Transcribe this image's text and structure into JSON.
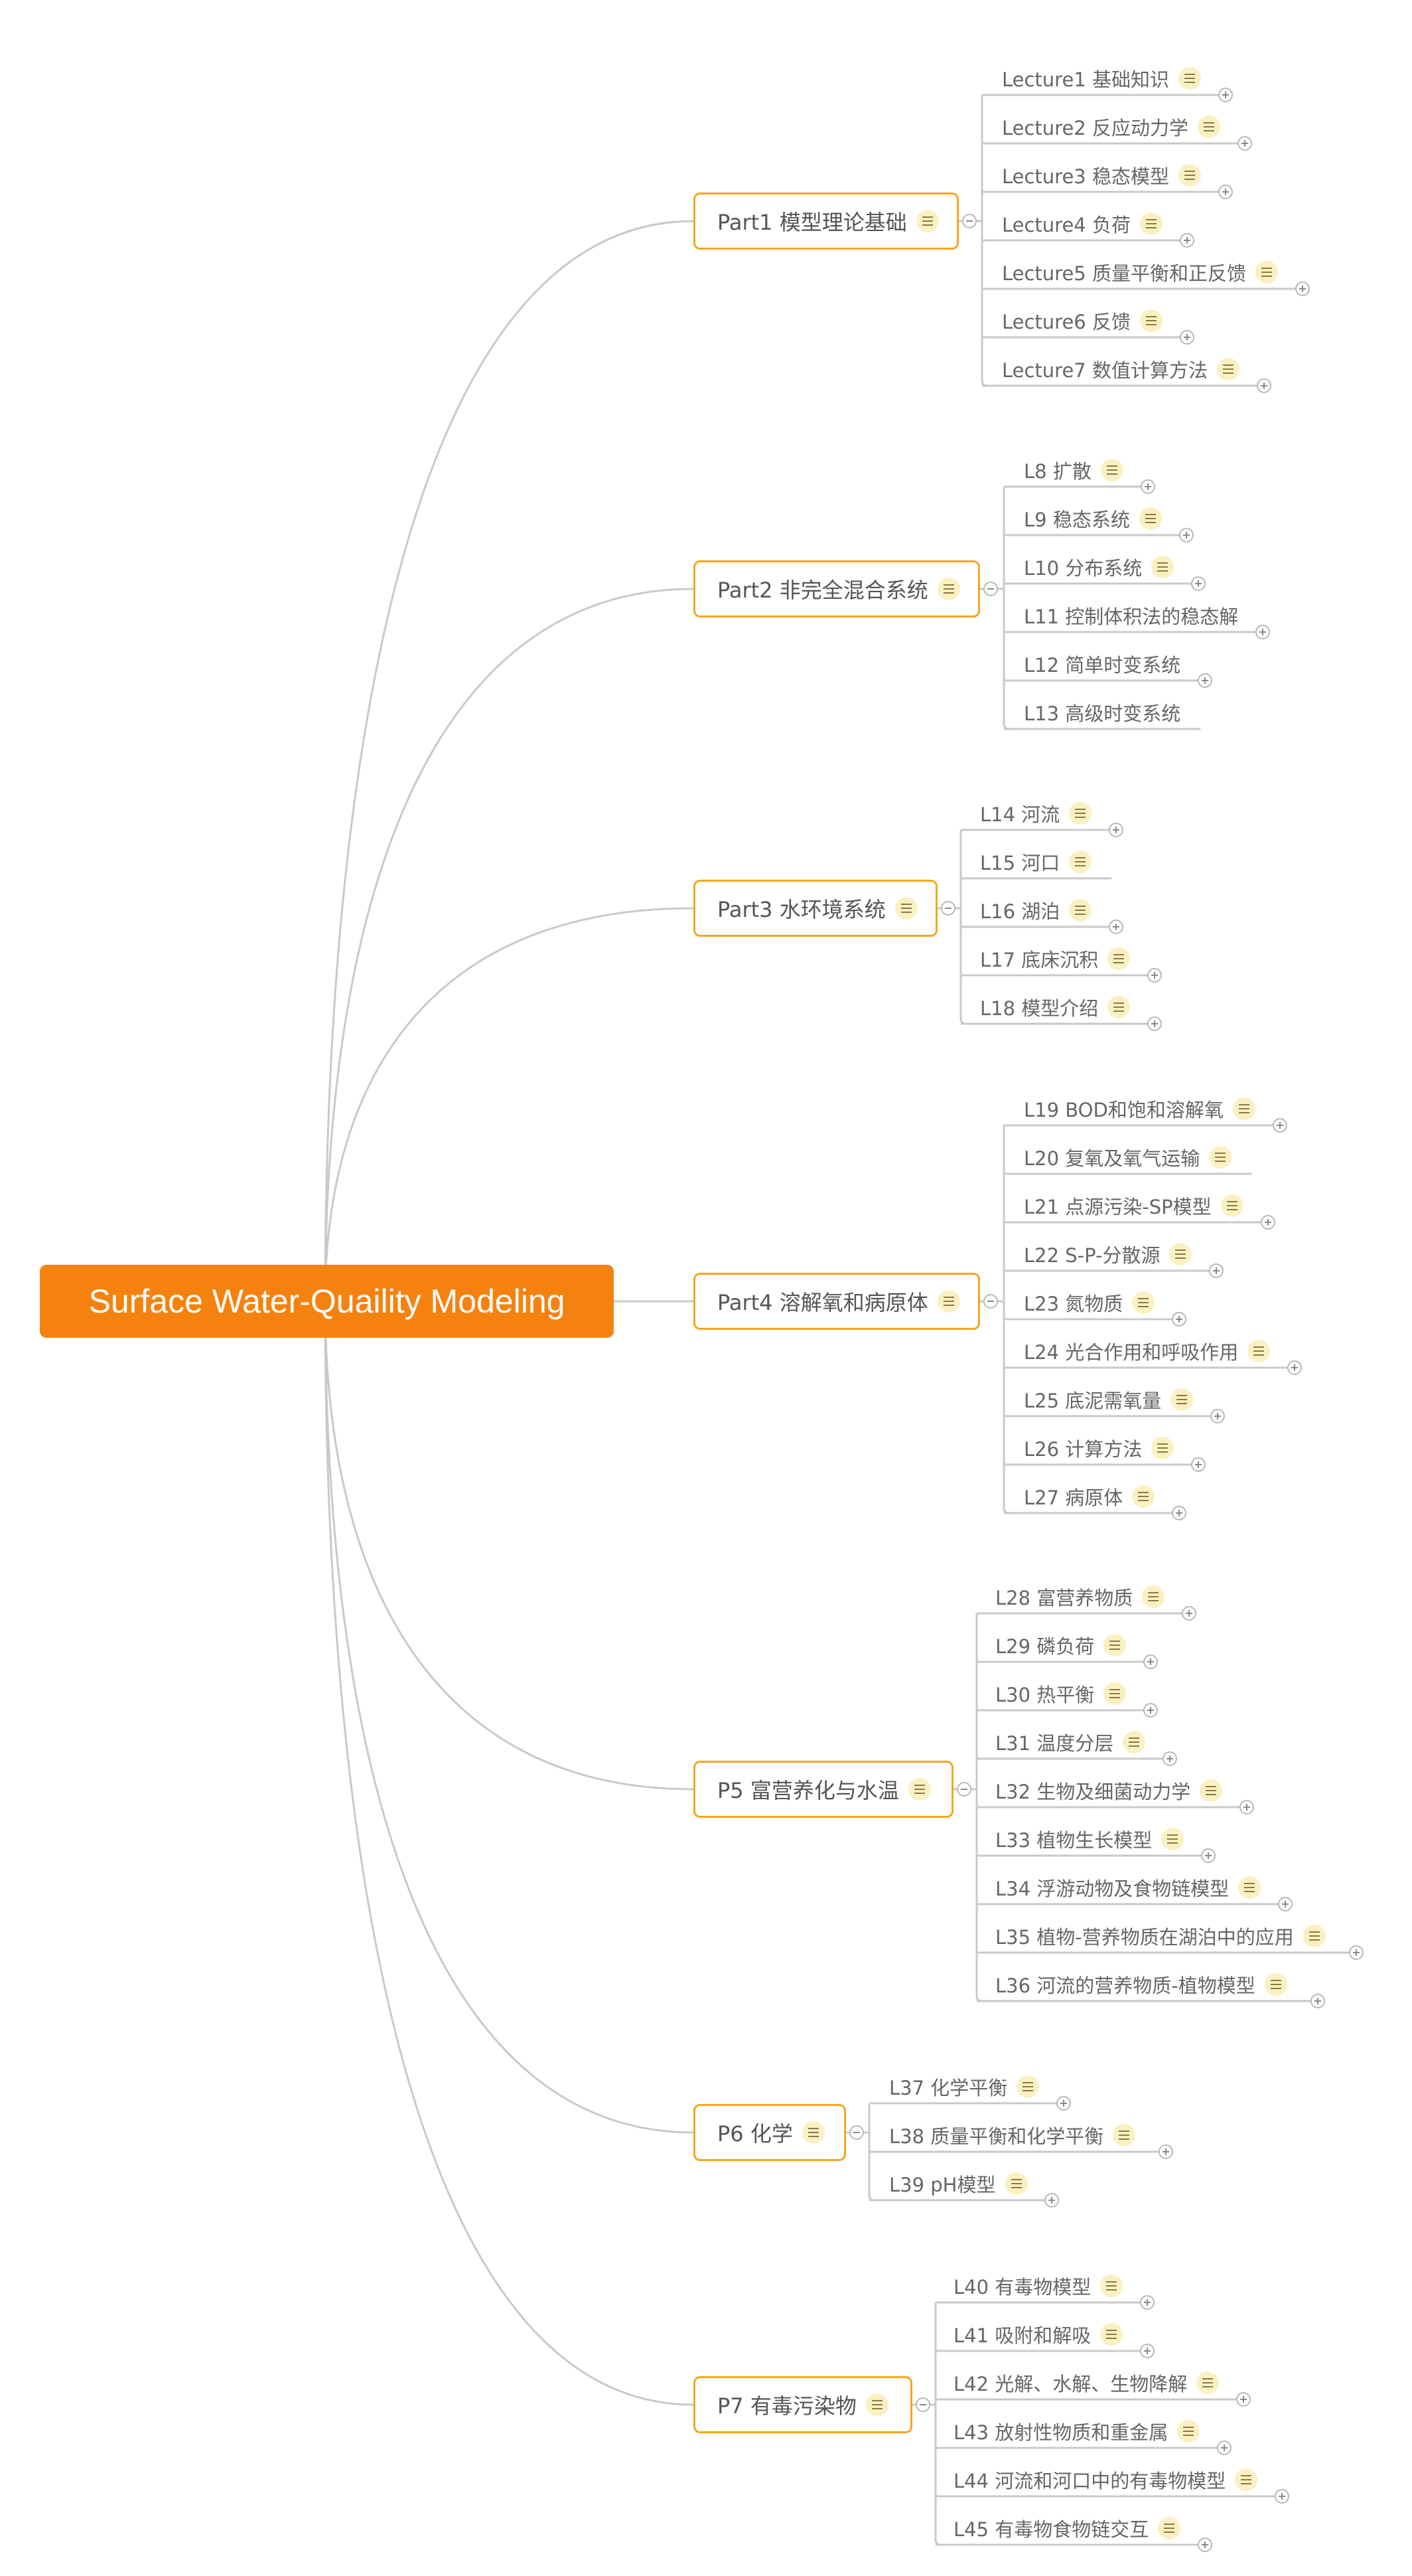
{
  "root": {
    "title": "Surface Water-Quaility Modeling"
  },
  "parts": [
    {
      "label": "Part1 模型理论基础",
      "lectures": [
        {
          "label": "Lecture1 基础知识",
          "note": true,
          "expand": true
        },
        {
          "label": "Lecture2 反应动力学",
          "note": true,
          "expand": true
        },
        {
          "label": "Lecture3 稳态模型",
          "note": true,
          "expand": true
        },
        {
          "label": "Lecture4 负荷",
          "note": true,
          "expand": true
        },
        {
          "label": "Lecture5 质量平衡和正反馈",
          "note": true,
          "expand": true
        },
        {
          "label": "Lecture6 反馈",
          "note": true,
          "expand": true
        },
        {
          "label": "Lecture7 数值计算方法",
          "note": true,
          "expand": true
        }
      ]
    },
    {
      "label": "Part2 非完全混合系统",
      "lectures": [
        {
          "label": "L8 扩散",
          "note": true,
          "expand": true
        },
        {
          "label": "L9 稳态系统",
          "note": true,
          "expand": true
        },
        {
          "label": "L10 分布系统",
          "note": true,
          "expand": true
        },
        {
          "label": "L11 控制体积法的稳态解",
          "note": false,
          "expand": true
        },
        {
          "label": "L12 简单时变系统",
          "note": false,
          "expand": true
        },
        {
          "label": "L13 高级时变系统",
          "note": false,
          "expand": false
        }
      ]
    },
    {
      "label": "Part3 水环境系统",
      "lectures": [
        {
          "label": "L14 河流",
          "note": true,
          "expand": true
        },
        {
          "label": "L15 河口",
          "note": true,
          "expand": false
        },
        {
          "label": "L16 湖泊",
          "note": true,
          "expand": true
        },
        {
          "label": "L17 底床沉积",
          "note": true,
          "expand": true
        },
        {
          "label": "L18 模型介绍",
          "note": true,
          "expand": true
        }
      ]
    },
    {
      "label": "Part4 溶解氧和病原体",
      "lectures": [
        {
          "label": "L19 BOD和饱和溶解氧",
          "note": true,
          "expand": true
        },
        {
          "label": "L20 复氧及氧气运输",
          "note": true,
          "expand": false
        },
        {
          "label": "L21 点源污染-SP模型",
          "note": true,
          "expand": true
        },
        {
          "label": "L22 S-P-分散源",
          "note": true,
          "expand": true
        },
        {
          "label": "L23 氮物质",
          "note": true,
          "expand": true
        },
        {
          "label": "L24 光合作用和呼吸作用",
          "note": true,
          "expand": true
        },
        {
          "label": "L25 底泥需氧量",
          "note": true,
          "expand": true
        },
        {
          "label": "L26 计算方法",
          "note": true,
          "expand": true
        },
        {
          "label": "L27 病原体",
          "note": true,
          "expand": true
        }
      ]
    },
    {
      "label": "P5 富营养化与水温",
      "lectures": [
        {
          "label": "L28 富营养物质",
          "note": true,
          "expand": true
        },
        {
          "label": "L29 磷负荷",
          "note": true,
          "expand": true
        },
        {
          "label": "L30 热平衡",
          "note": true,
          "expand": true
        },
        {
          "label": "L31 温度分层",
          "note": true,
          "expand": true
        },
        {
          "label": "L32 生物及细菌动力学",
          "note": true,
          "expand": true
        },
        {
          "label": "L33 植物生长模型",
          "note": true,
          "expand": true
        },
        {
          "label": "L34 浮游动物及食物链模型",
          "note": true,
          "expand": true
        },
        {
          "label": "L35  植物-营养物质在湖泊中的应用",
          "note": true,
          "expand": true
        },
        {
          "label": "L36  河流的营养物质-植物模型",
          "note": true,
          "expand": true
        }
      ]
    },
    {
      "label": "P6 化学",
      "lectures": [
        {
          "label": "L37 化学平衡",
          "note": true,
          "expand": true
        },
        {
          "label": "L38  质量平衡和化学平衡",
          "note": true,
          "expand": true
        },
        {
          "label": "L39 pH模型",
          "note": true,
          "expand": true
        }
      ]
    },
    {
      "label": "P7 有毒污染物",
      "lectures": [
        {
          "label": "L40 有毒物模型",
          "note": true,
          "expand": true
        },
        {
          "label": "L41 吸附和解吸",
          "note": true,
          "expand": true
        },
        {
          "label": "L42 光解、水解、生物降解",
          "note": true,
          "expand": true
        },
        {
          "label": "L43 放射性物质和重金属",
          "note": true,
          "expand": true
        },
        {
          "label": "L44 河流和河口中的有毒物模型",
          "note": true,
          "expand": true
        },
        {
          "label": "L45 有毒物食物链交互",
          "note": true,
          "expand": true
        }
      ]
    }
  ]
}
